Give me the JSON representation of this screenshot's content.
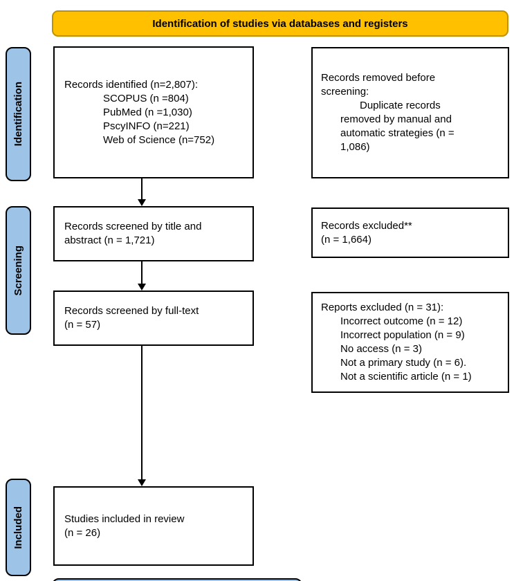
{
  "banner": {
    "label": "Identification of studies via databases and registers"
  },
  "colors": {
    "banner_fill": "#FFC000",
    "banner_border": "#BF9000",
    "stage_fill": "#9DC3E6",
    "box_border": "#000000",
    "text": "#000000"
  },
  "stages": [
    {
      "label": "Identification"
    },
    {
      "label": "Screening"
    },
    {
      "label": "Included"
    }
  ],
  "boxes": [
    {
      "id": "records-identified",
      "lines": [
        {
          "text": "Records identified (n=2,807):",
          "indent": 0
        },
        {
          "text": "SCOPUS (n =804)",
          "indent": 2
        },
        {
          "text": "PubMed (n =1,030)",
          "indent": 2
        },
        {
          "text": "PscyINFO (n=221)",
          "indent": 2
        },
        {
          "text": "Web of Science (n=752)",
          "indent": 2
        }
      ]
    },
    {
      "id": "records-removed-before-screening",
      "lines": [
        {
          "text": "Records removed before",
          "indent": 0
        },
        {
          "text": "screening:",
          "indent": 0
        },
        {
          "text": "Duplicate records",
          "indent": 2
        },
        {
          "text": "removed by manual and",
          "indent": 1
        },
        {
          "text": "automatic strategies (n =",
          "indent": 1
        },
        {
          "text": "1,086)",
          "indent": 1
        }
      ]
    },
    {
      "id": "records-screened-title-abstract",
      "lines": [
        {
          "text": "Records screened by title and",
          "indent": 0
        },
        {
          "text": "abstract (n = 1,721)",
          "indent": 0
        }
      ]
    },
    {
      "id": "records-excluded",
      "lines": [
        {
          "text": "Records excluded**",
          "indent": 0
        },
        {
          "text": "(n = 1,664)",
          "indent": 0
        }
      ]
    },
    {
      "id": "records-screened-fulltext",
      "lines": [
        {
          "text": "Records screened by full-text",
          "indent": 0
        },
        {
          "text": "(n = 57)",
          "indent": 0
        }
      ]
    },
    {
      "id": "reports-excluded",
      "lines": [
        {
          "text": "Reports excluded (n = 31):",
          "indent": 0
        },
        {
          "text": "Incorrect outcome (n = 12)",
          "indent": 1
        },
        {
          "text": "Incorrect population (n = 9)",
          "indent": 1
        },
        {
          "text": "No access (n = 3)",
          "indent": 1
        },
        {
          "text": "Not a primary study (n = 6).",
          "indent": 1
        },
        {
          "text": "Not a scientific article (n = 1)",
          "indent": 1
        }
      ]
    },
    {
      "id": "studies-included-in-review",
      "lines": [
        {
          "text": "Studies included in review",
          "indent": 0
        },
        {
          "text": "(n = 26)",
          "indent": 0
        }
      ]
    }
  ]
}
